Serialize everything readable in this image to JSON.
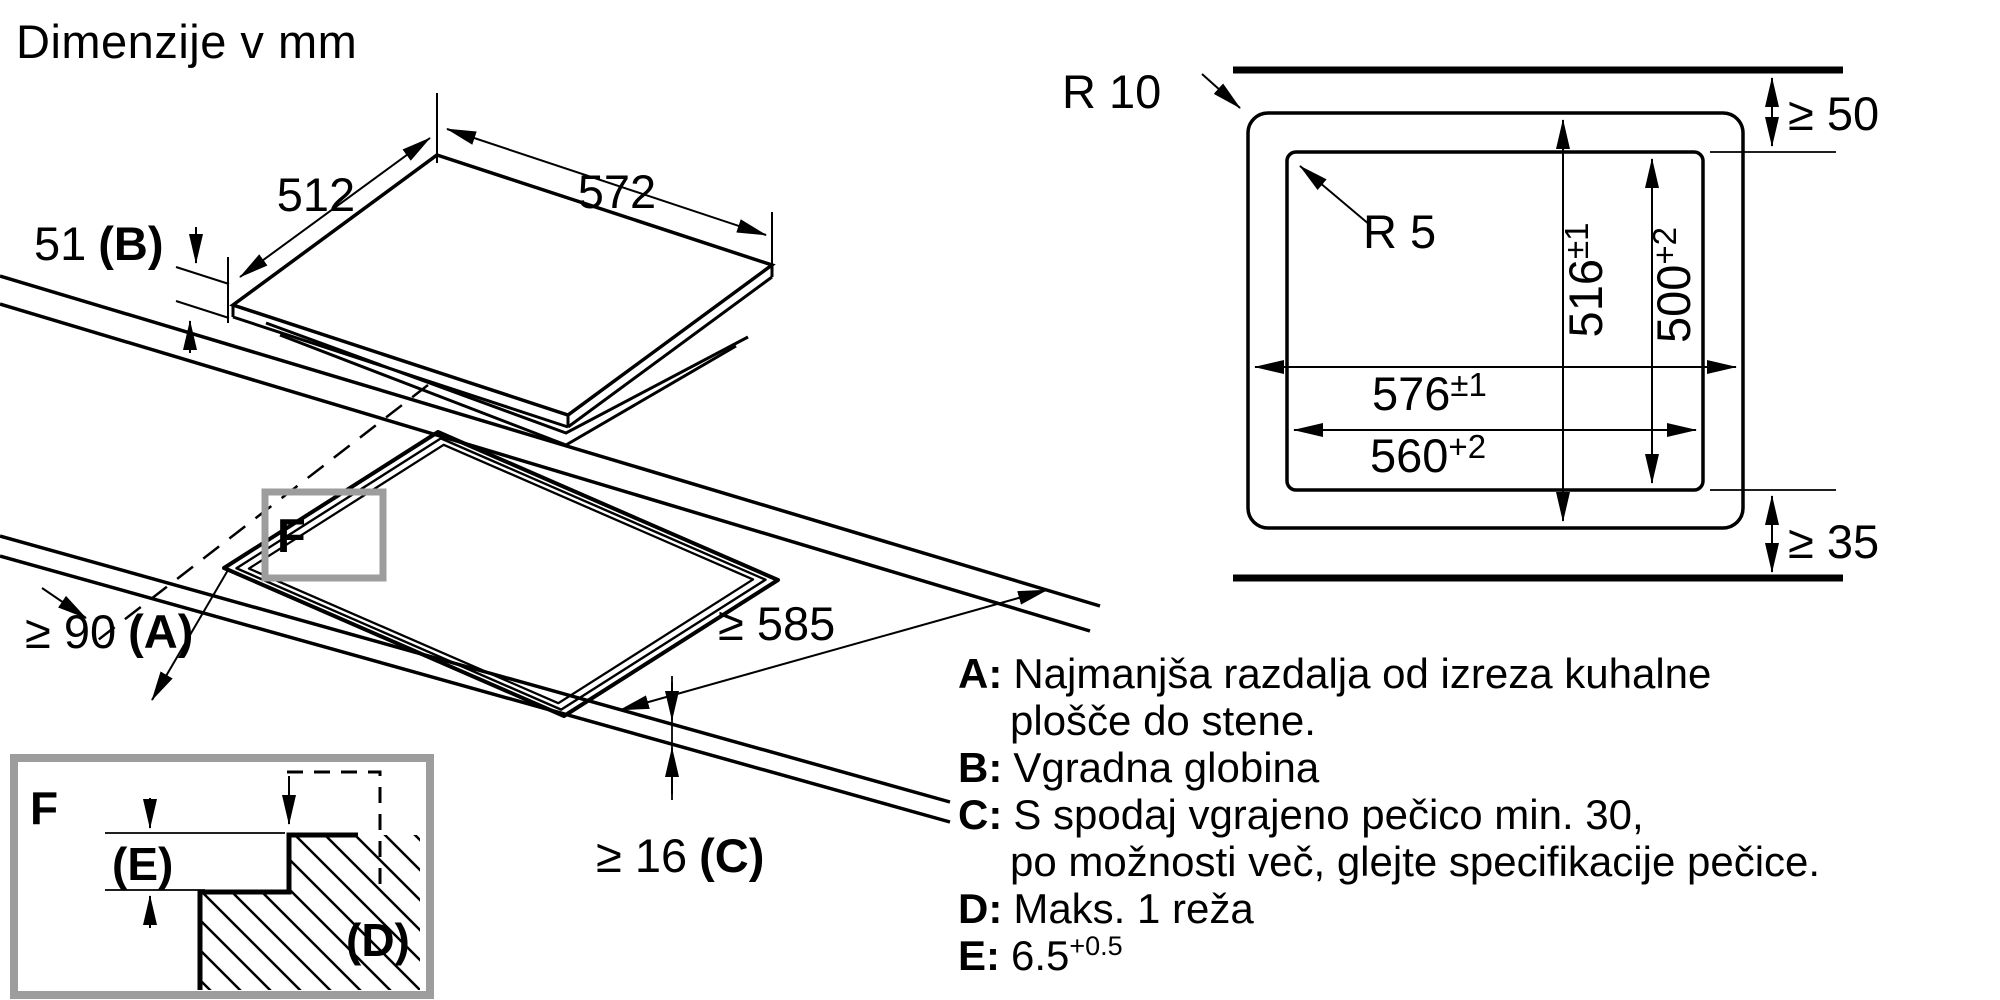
{
  "title": "Dimenzije v mm",
  "hob": {
    "width_back": "512",
    "width_front": "572",
    "height": "51",
    "height_key": "(B)"
  },
  "worktop": {
    "wall_distance": "≥ 90",
    "wall_distance_key": "(A)",
    "depth": "≥ 585",
    "thickness": "≥ 16",
    "thickness_key": "(C)",
    "detail_ref": "F"
  },
  "detail": {
    "label": "F",
    "recess_depth_key": "(E)",
    "gap_key": "(D)"
  },
  "cutout": {
    "corner_radius_outer": "R 10",
    "corner_radius_inner": "R 5",
    "height_outer": {
      "value": "516",
      "tol": "±1"
    },
    "height_inner": {
      "value": "500",
      "tol": "+2"
    },
    "width_outer": {
      "value": "576",
      "tol": "±1"
    },
    "width_inner": {
      "value": "560",
      "tol": "+2"
    },
    "top_clearance": "≥ 50",
    "bottom_clearance": "≥ 35"
  },
  "legend": {
    "items": [
      {
        "key": "A:",
        "line1": "Najmanjša razdalja od izreza kuhalne",
        "line2": "plošče do stene."
      },
      {
        "key": "B:",
        "line1": "Vgradna globina"
      },
      {
        "key": "C:",
        "line1": "S spodaj vgrajeno pečico min. 30,",
        "line2": "po možnosti več, glejte specifikacije pečice."
      },
      {
        "key": "D:",
        "line1": "Maks. 1 reža"
      },
      {
        "key": "E:",
        "line1": "6.5",
        "sup": "+0.5"
      }
    ]
  },
  "colors": {
    "line": "#000000",
    "frame": "#9d9d9d",
    "background": "#ffffff"
  }
}
